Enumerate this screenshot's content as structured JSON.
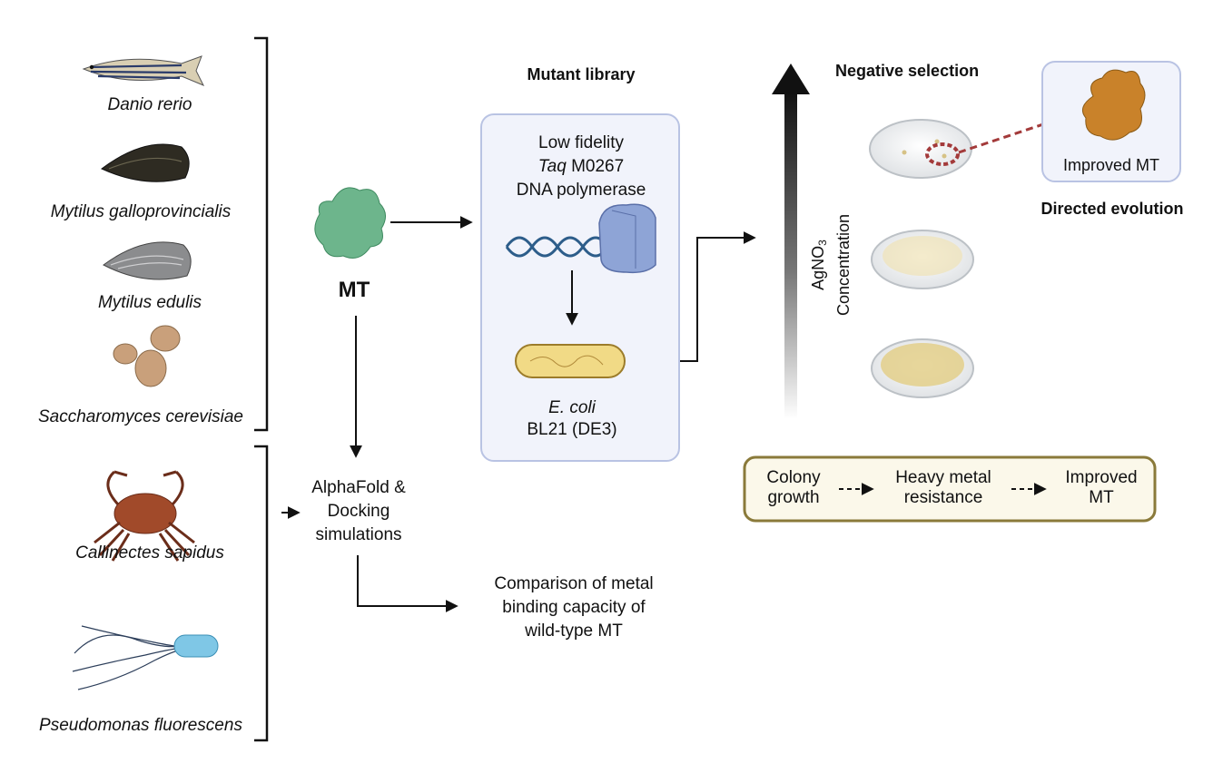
{
  "organisms": [
    {
      "name": "Danio rerio",
      "icon": "zebrafish-icon"
    },
    {
      "name": "Mytilus galloprovincialis",
      "icon": "mussel-dark-icon"
    },
    {
      "name": "Mytilus edulis",
      "icon": "mussel-grey-icon"
    },
    {
      "name": "Saccharomyces cerevisiae",
      "icon": "yeast-cells-icon"
    },
    {
      "name": "Callinectes sapidus",
      "icon": "crab-icon"
    },
    {
      "name": "Pseudomonas fluorescens",
      "icon": "flagellated-bacterium-icon"
    }
  ],
  "mt": {
    "label": "MT",
    "icon": "metallothionein-protein-icon"
  },
  "mutant_library": {
    "title": "Mutant library",
    "line1": "Low fidelity",
    "line2_italic": "Taq",
    "line2_rest": "M0267",
    "line3": "DNA polymerase",
    "organism_italic": "E. coli",
    "strain": "BL21 (DE3)"
  },
  "alphafold": {
    "line1": "AlphaFold &",
    "line2": "Docking",
    "line3": "simulations"
  },
  "comparison": {
    "line1": "Comparison of metal",
    "line2": "binding capacity of",
    "line3": "wild-type MT"
  },
  "selection": {
    "title": "Negative selection",
    "axis_main": "AgNO",
    "axis_sub": "3",
    "axis_line2": "Concentration"
  },
  "improved": {
    "label": "Improved MT",
    "caption": "Directed evolution"
  },
  "pathway": {
    "step1_a": "Colony",
    "step1_b": "growth",
    "step2_a": "Heavy metal",
    "step2_b": "resistance",
    "step3_a": "Improved",
    "step3_b": "MT"
  },
  "colors": {
    "mt_green": "#6db58c",
    "library_box_bg": "#f1f3fb",
    "library_box_border": "#b9c3e3",
    "improved_mt_orange": "#c9822a",
    "pathway_border": "#8a7a3a",
    "pathway_bg": "#fbf8ea",
    "selection_dash": "#a33a3a"
  }
}
